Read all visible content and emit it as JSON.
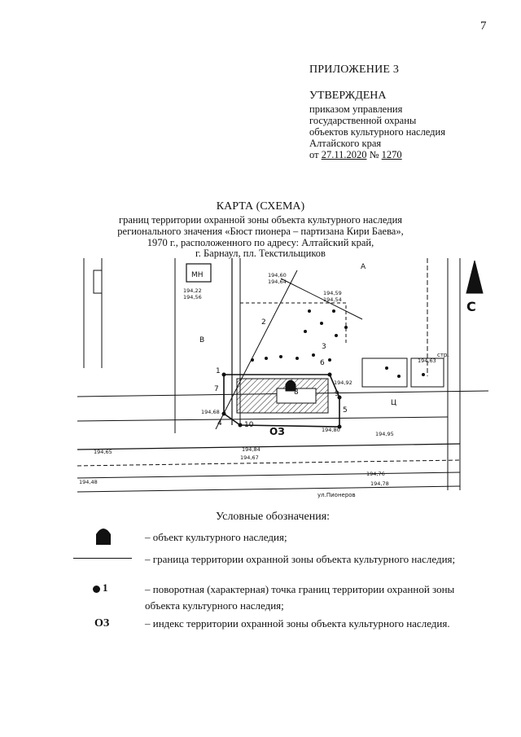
{
  "page_number": "7",
  "appendix": "ПРИЛОЖЕНИЕ 3",
  "approval": {
    "title": "УТВЕРЖДЕНА",
    "line1": "приказом управления",
    "line2": "государственной охраны",
    "line3": "объектов культурного наследия",
    "line4": "Алтайского края",
    "date_prefix": "от",
    "date": "27.11.2020",
    "number_sign": "№",
    "number": "1270"
  },
  "map_title": {
    "title": "КАРТА (СХЕМА)",
    "line1": "границ территории охранной зоны объекта культурного наследия",
    "line2": "регионального значения «Бюст пионера – партизана Кири Баева»,",
    "line3": "1970 г., расположенного по адресу: Алтайский край,",
    "line4": "г. Барнаул, пл. Текстильщиков"
  },
  "map": {
    "label_mn": "МН",
    "label_oz": "ОЗ",
    "label_c": "С",
    "label_a": "А",
    "label_v": "В",
    "label_ts": "Ц",
    "label_str": "стр.",
    "point_1": "1",
    "point_2": "2",
    "point_3": "3",
    "point_4": "4",
    "point_5": "5",
    "point_6": "6",
    "point_7": "7",
    "point_8": "8",
    "point_9": "9",
    "point_10": "10",
    "elev_1": "194,22",
    "elev_2": "194,56",
    "elev_3": "194,60",
    "elev_4": "194,64",
    "elev_5": "194,59",
    "elev_6": "194,54",
    "elev_7": "194,68",
    "elev_8": "194,92",
    "elev_9": "194,80",
    "elev_10": "194,95",
    "elev_11": "194,84",
    "elev_12": "194,67",
    "elev_13": "194,76",
    "elev_14": "194,48",
    "elev_15": "194,63",
    "elev_16": "194,78",
    "elev_17": "194,65",
    "street": "ул.Пионеров"
  },
  "legend": {
    "title": "Условные обозначения:",
    "item1": "– объект культурного наследия;",
    "item2": "– граница территории охранной зоны объекта культурного наследия;",
    "item3": "– поворотная (характерная) точка границ территории охранной зоны объекта культурного наследия;",
    "item4": "– индекс территории охранной зоны объекта культурного наследия.",
    "point_symbol_label": "1",
    "index_symbol": "ОЗ"
  }
}
